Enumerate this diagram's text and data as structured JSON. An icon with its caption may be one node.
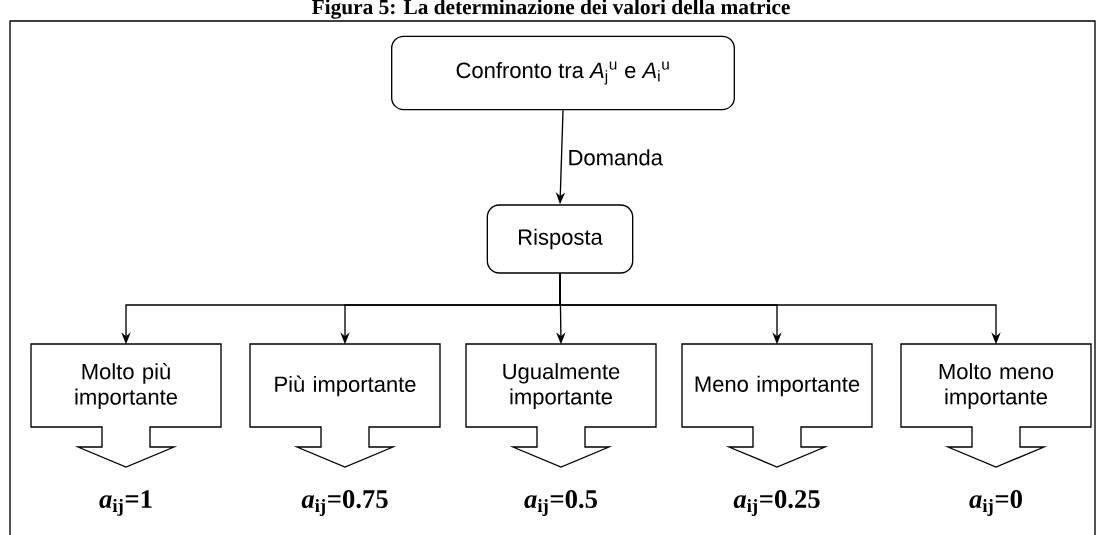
{
  "diagram": {
    "title": "Figura 5: La determinazione dei valori della matrice",
    "nodes": [
      {
        "text": [
          "Confronto tra *A*$_{j}$$^{u}$ e *A*$_{i}$$^{u}$"
        ]
      },
      {
        "text": [
          "Risposta"
        ]
      },
      {
        "text": [
          "Molto più importante"
        ],
        "beside": [
          "*a*$_{ij}$=1"
        ]
      },
      {
        "text": [
          "Più importante"
        ],
        "beside": [
          "*a*$_{ij}$=0.75"
        ]
      },
      {
        "text": [
          "Ugualmente importante"
        ],
        "beside": [
          "*a*$_{ij}$=0.5"
        ]
      },
      {
        "text": [
          "Meno importante"
        ],
        "beside": [
          "*a*$_{ij}$=0.25"
        ]
      },
      {
        "text": [
          "Molto meno importante"
        ],
        "beside": [
          "*a*$_{ij}$=0"
        ]
      }
    ],
    "edges": [
      {
        "from": 0,
        "to": 1,
        "arrow": "to",
        "label": "Domanda"
      },
      {
        "from": 1,
        "to": 2,
        "arrow": "to"
      },
      {
        "from": 1,
        "to": 3,
        "arrow": "to"
      },
      {
        "from": 1,
        "to": 4,
        "arrow": "to"
      },
      {
        "from": 1,
        "to": 5,
        "arrow": "to"
      },
      {
        "from": 1,
        "to": 6,
        "arrow": "to"
      }
    ]
  }
}
